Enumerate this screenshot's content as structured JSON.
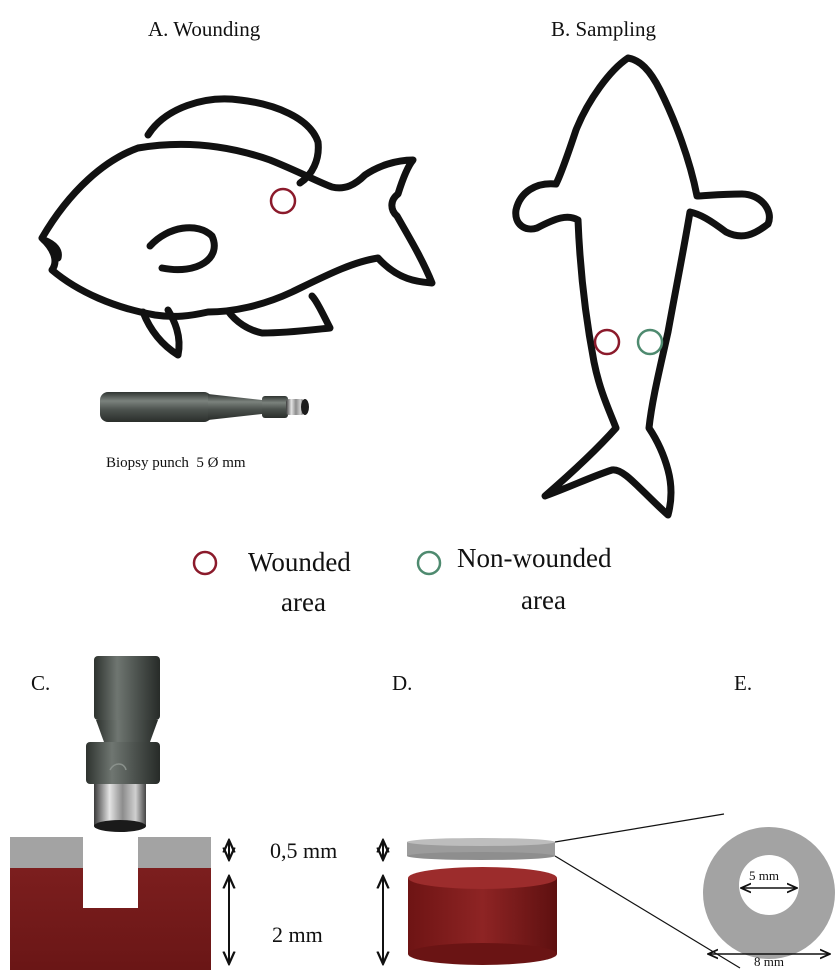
{
  "panels": {
    "a": {
      "title": "A. Wounding"
    },
    "b": {
      "title": "B. Sampling"
    },
    "c": {
      "title": "C."
    },
    "d": {
      "title": "D."
    },
    "e": {
      "title": "E."
    }
  },
  "tool": {
    "label": "Biopsy punch  5 Ø mm"
  },
  "legend": {
    "wounded": {
      "line1": "Wounded",
      "line2": "area",
      "color": "#8b1a2b"
    },
    "non_wounded": {
      "line1": "Non-wounded",
      "line2": "area",
      "color": "#4e8a6f"
    }
  },
  "measurements": {
    "layer_thickness": "0,5 mm",
    "depth": "2 mm",
    "inner_diameter": "5 mm",
    "outer_diameter": "8 mm"
  },
  "colors": {
    "outline": "#111111",
    "skin_grey": "#a3a3a3",
    "muscle_red": "#7a1e1e",
    "punch_metal": "#5a615c"
  }
}
